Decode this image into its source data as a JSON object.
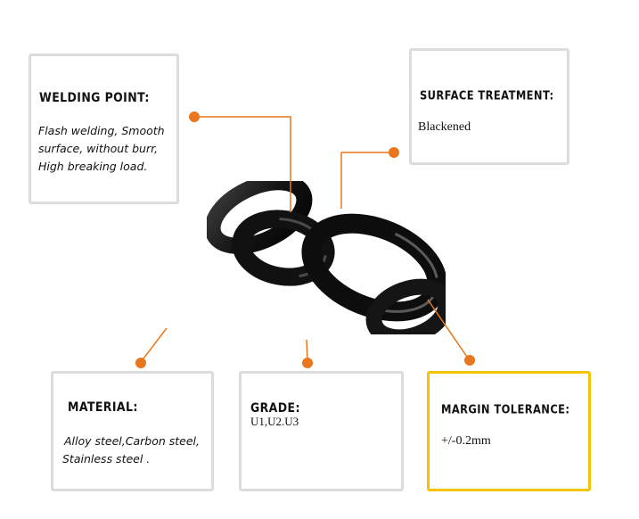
{
  "accent_color": "#e8771d",
  "highlight_color": "#f5c400",
  "welding_point": {
    "title": "WELDING POINT:",
    "line1": "Flash welding, Smooth",
    "line2": "surface, without burr,",
    "line3": "High breaking load."
  },
  "surface_treatment": {
    "title": "SURFACE TREATMENT:",
    "value": "Blackened"
  },
  "material": {
    "title": "MATERIAL:",
    "line1": "Alloy steel,Carbon steel,",
    "line2": "Stainless steel ."
  },
  "grade": {
    "title": "GRADE:",
    "value": "U1,U2.U3"
  },
  "margin_tolerance": {
    "title": "MARGIN TOLERANCE:",
    "value": "+/-0.2mm"
  }
}
